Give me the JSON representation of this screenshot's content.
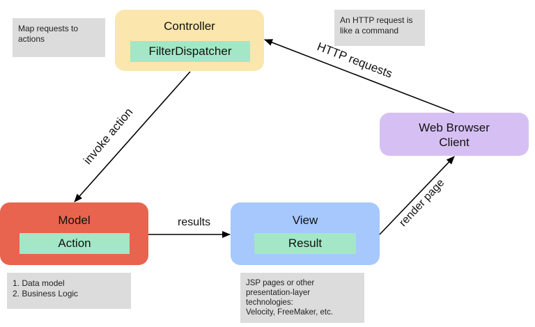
{
  "notes": {
    "controller_note": "Map requests to\nactions",
    "http_note": "An HTTP request is\nlike a command",
    "model_note": "1. Data model\n2. Business Logic",
    "view_note": "JSP pages or other\npresentation-layer\ntechnologies:\nVelocity, FreeMaker, etc."
  },
  "nodes": {
    "controller": {
      "title": "Controller",
      "inner": "FilterDispatcher",
      "color": "#fbe6ad"
    },
    "model": {
      "title": "Model",
      "inner": "Action",
      "color": "#e8644f"
    },
    "view": {
      "title": "View",
      "inner": "Result",
      "color": "#a6c8fc"
    },
    "browser": {
      "title_line1": "Web Browser",
      "title_line2": "Client",
      "color": "#d6c0f3"
    }
  },
  "edges": {
    "http_requests": "HTTP requests",
    "invoke_action": "invoke action",
    "results": "results",
    "render_page": "render page"
  },
  "colors": {
    "inner_box": "#a3e7c6",
    "note_bg": "#dcdcdc"
  }
}
